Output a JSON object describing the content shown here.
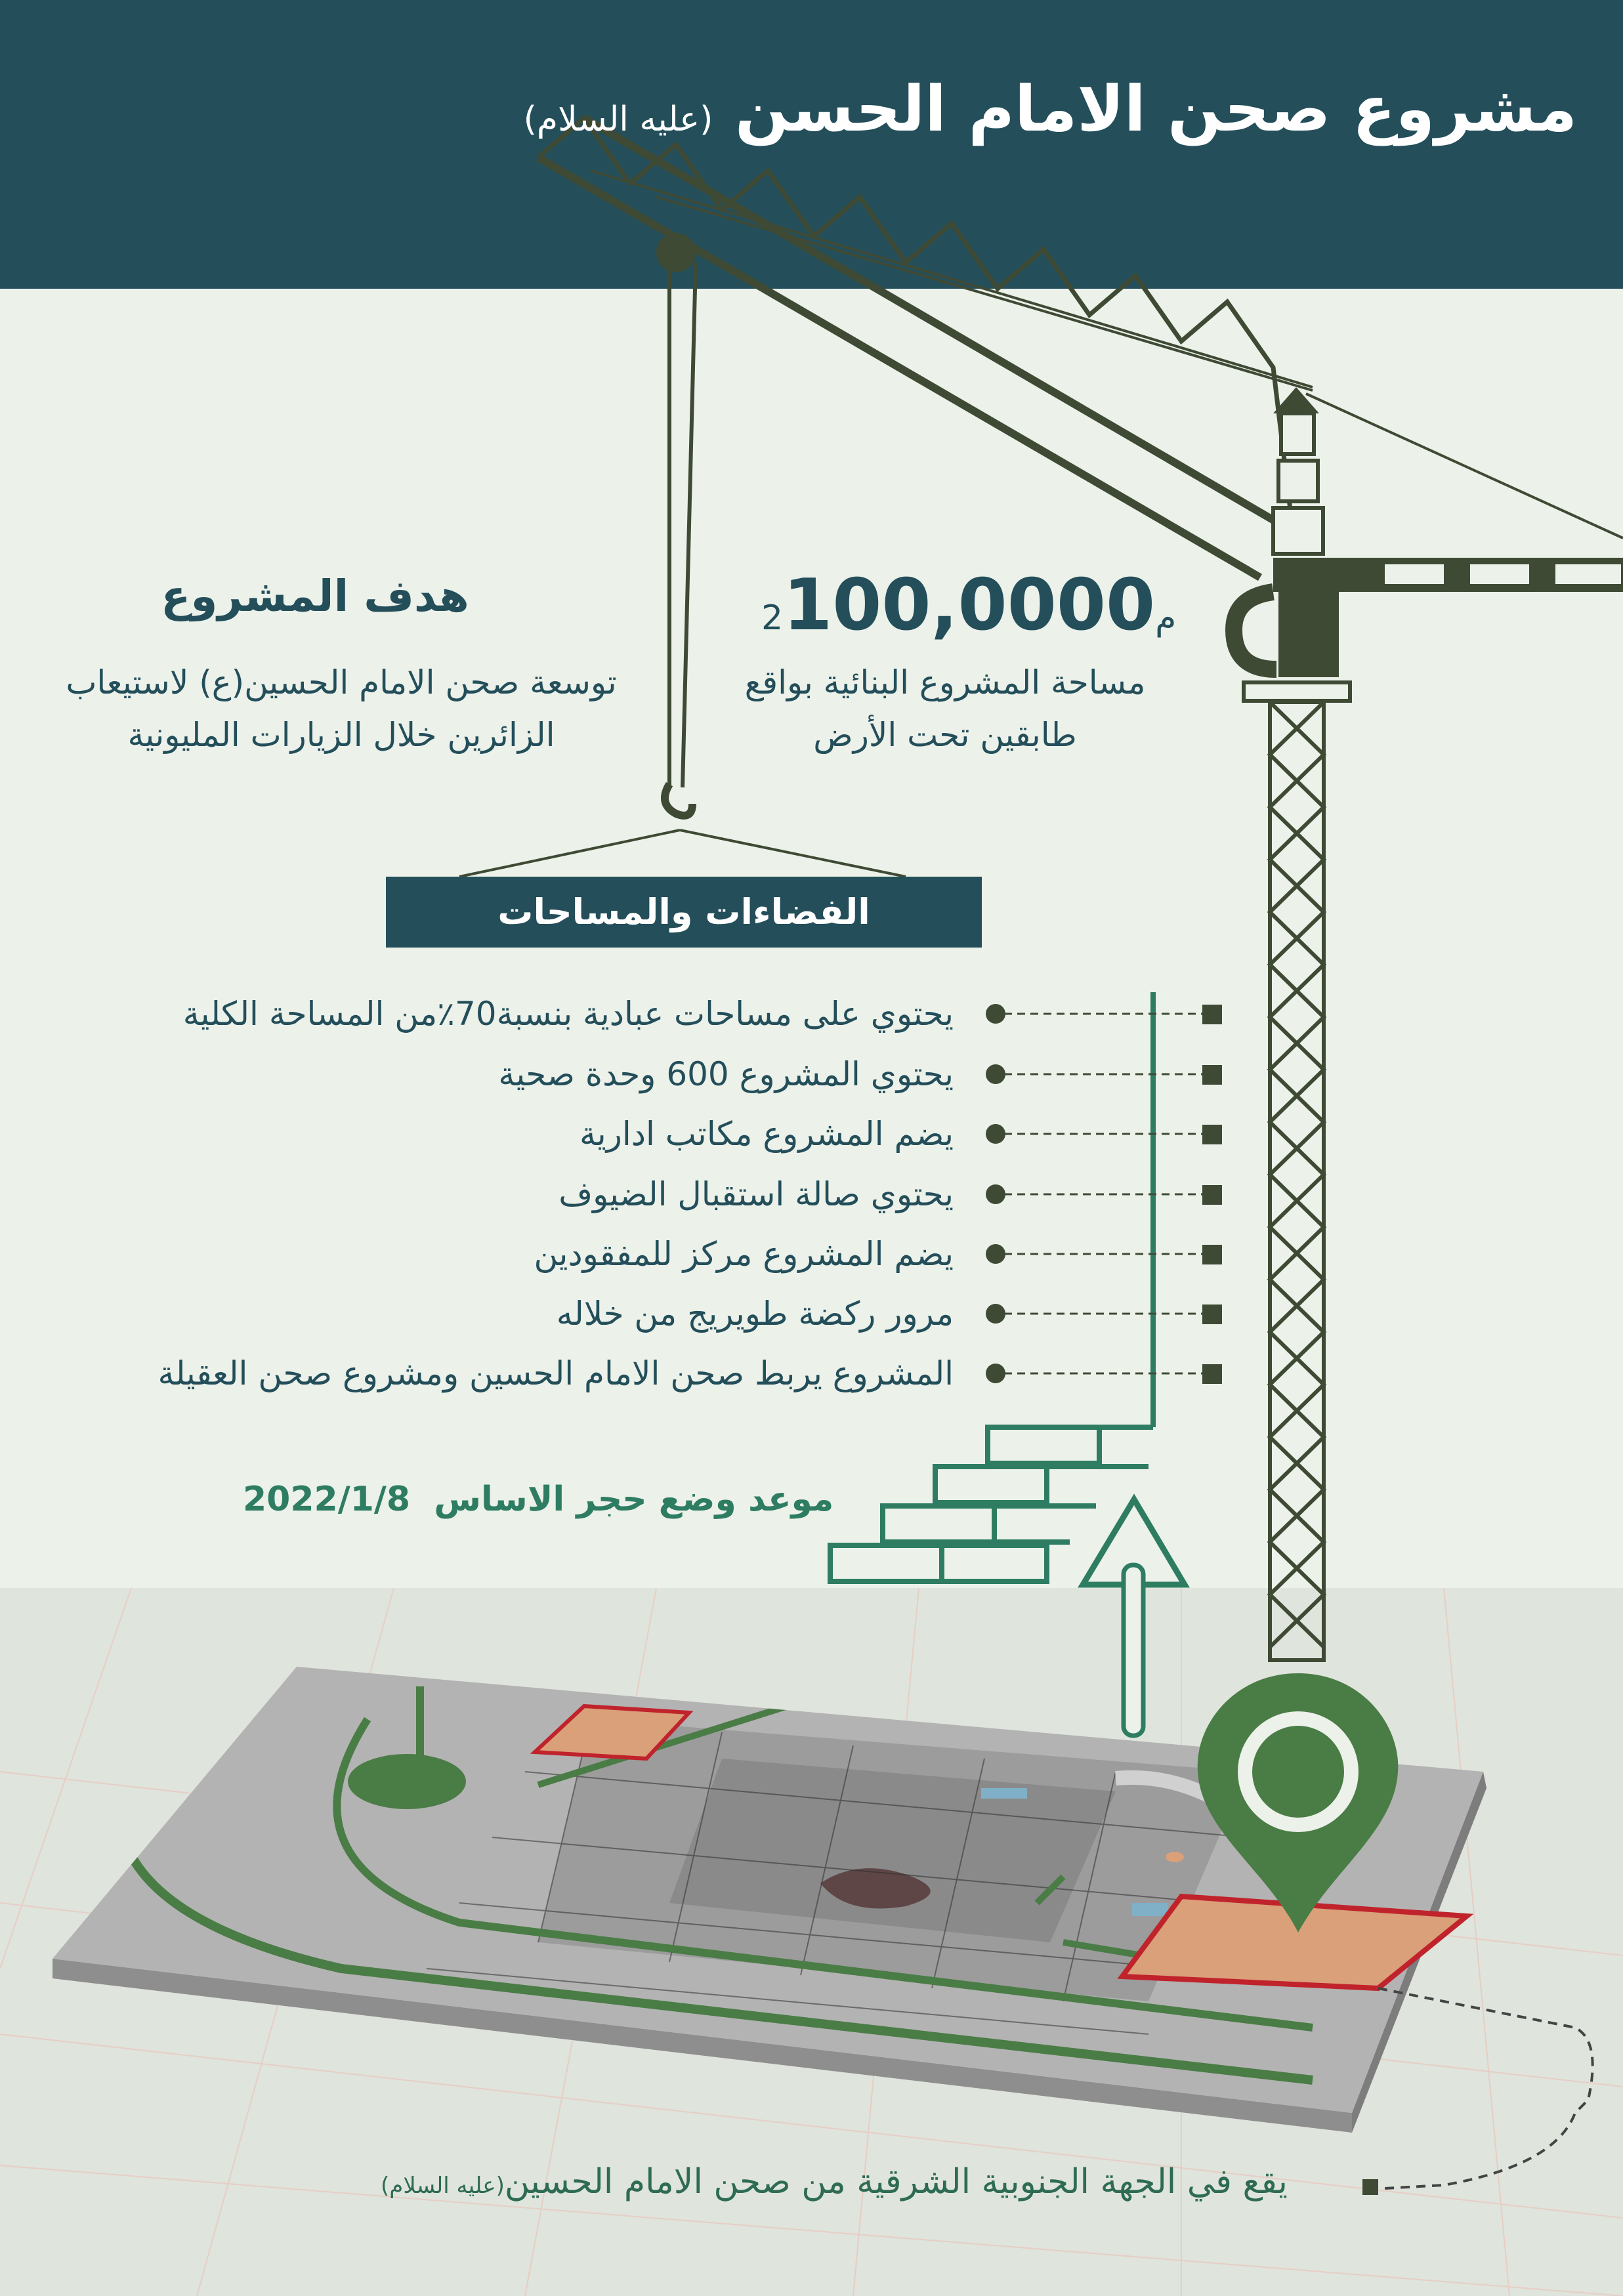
{
  "header": {
    "title": "مشروع صحن الامام الحسن",
    "honorific": "(عليه السلام)"
  },
  "area": {
    "value": "100,0000",
    "unit": "م2",
    "description": "مساحة المشروع البنائية بواقع طابقين تحت الأرض"
  },
  "goal": {
    "title": "هدف المشروع",
    "text": "توسعة صحن الامام الحسين(ع) لاستيعاب الزائرين خلال الزيارات المليونية"
  },
  "spaces": {
    "title": "الفضاءات والمساحات",
    "items": [
      "يحتوي على مساحات عبادية بنسبة70٪من المساحة الكلية",
      "يحتوي المشروع 600 وحدة صحية",
      "يضم المشروع مكاتب ادارية",
      "يحتوي صالة استقبال الضيوف",
      "يضم المشروع مركز للمفقودين",
      "مرور ركضة طويريج من خلاله",
      "المشروع يربط صحن الامام الحسين ومشروع صحن العقيلة"
    ]
  },
  "foundation": {
    "label": "موعد وضع حجر الاساس",
    "date": "2022/1/8"
  },
  "location": {
    "text": "يقع في الجهة الجنوبية الشرقية من صحن الامام الحسين",
    "honorific": "(عليه السلام)"
  },
  "icons": [
    "crane-icon",
    "hook-icon",
    "bricks-icon",
    "arrow-up-icon",
    "map-pin-icon",
    "bullet-dot-icon",
    "bullet-square-icon"
  ],
  "colors": {
    "header": "#234e5a",
    "background": "#ecf1ea",
    "crane": "#3f4a35",
    "accent_green": "#2e7d63",
    "pin_green": "#4a7c45",
    "site_fill": "#d9a07a",
    "site_border": "#c0232b"
  }
}
